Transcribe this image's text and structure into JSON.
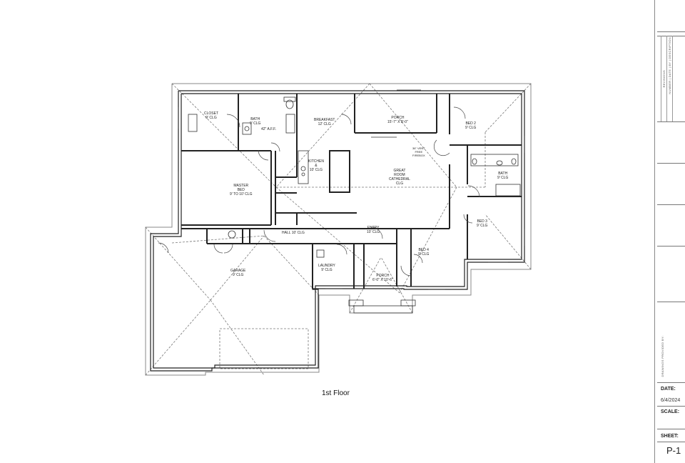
{
  "floor_title": "1st Floor",
  "rooms": {
    "closet": [
      "CLOSET",
      "9' CLG"
    ],
    "bath1": [
      "BATH",
      "9' CLG"
    ],
    "aff": [
      "42\" A.F.F."
    ],
    "breakfast": [
      "BREAKFAST",
      "12' CLG"
    ],
    "porch_rear": [
      "PORCH",
      "15'-7\" X 8'-0\""
    ],
    "vent_free": [
      "36\" VENT",
      "FREE",
      "FIREBOX"
    ],
    "bed2": [
      "BED 2",
      "9' CLG"
    ],
    "kitchen": [
      "KITCHEN",
      "&",
      "10' CLG"
    ],
    "great_room": [
      "GREAT",
      "ROOM",
      "CATHEDRAL",
      "CLG"
    ],
    "bath2": [
      "BATH",
      "9' CLG"
    ],
    "master_bed": [
      "MASTER",
      "BED",
      "9' TO 10' CLG"
    ],
    "bed3": [
      "BED 3",
      "9' CLG"
    ],
    "hall": [
      "HALL 10' CLG"
    ],
    "entry": [
      "ENTRY",
      "10' CLG"
    ],
    "bed4": [
      "BED 4",
      "9' CLG"
    ],
    "garage": [
      "GARAGE",
      "9' CLG"
    ],
    "laundry": [
      "LAUNDRY",
      "9' CLG"
    ],
    "porch_front": [
      "PORCH",
      "6'-0\" X 10'-6\""
    ]
  },
  "title_block": {
    "revisions_header": "REVISIONS",
    "revisions_columns": "NUMBER | DATE | BY | DESCRIPTION",
    "drawings_by": "DRAWINGS PROVIDED BY:",
    "date_label": "DATE:",
    "date_value": "6/4/2024",
    "scale_label": "SCALE:",
    "scale_value": "",
    "sheet_label": "SHEET:",
    "sheet_value": "P-1"
  }
}
